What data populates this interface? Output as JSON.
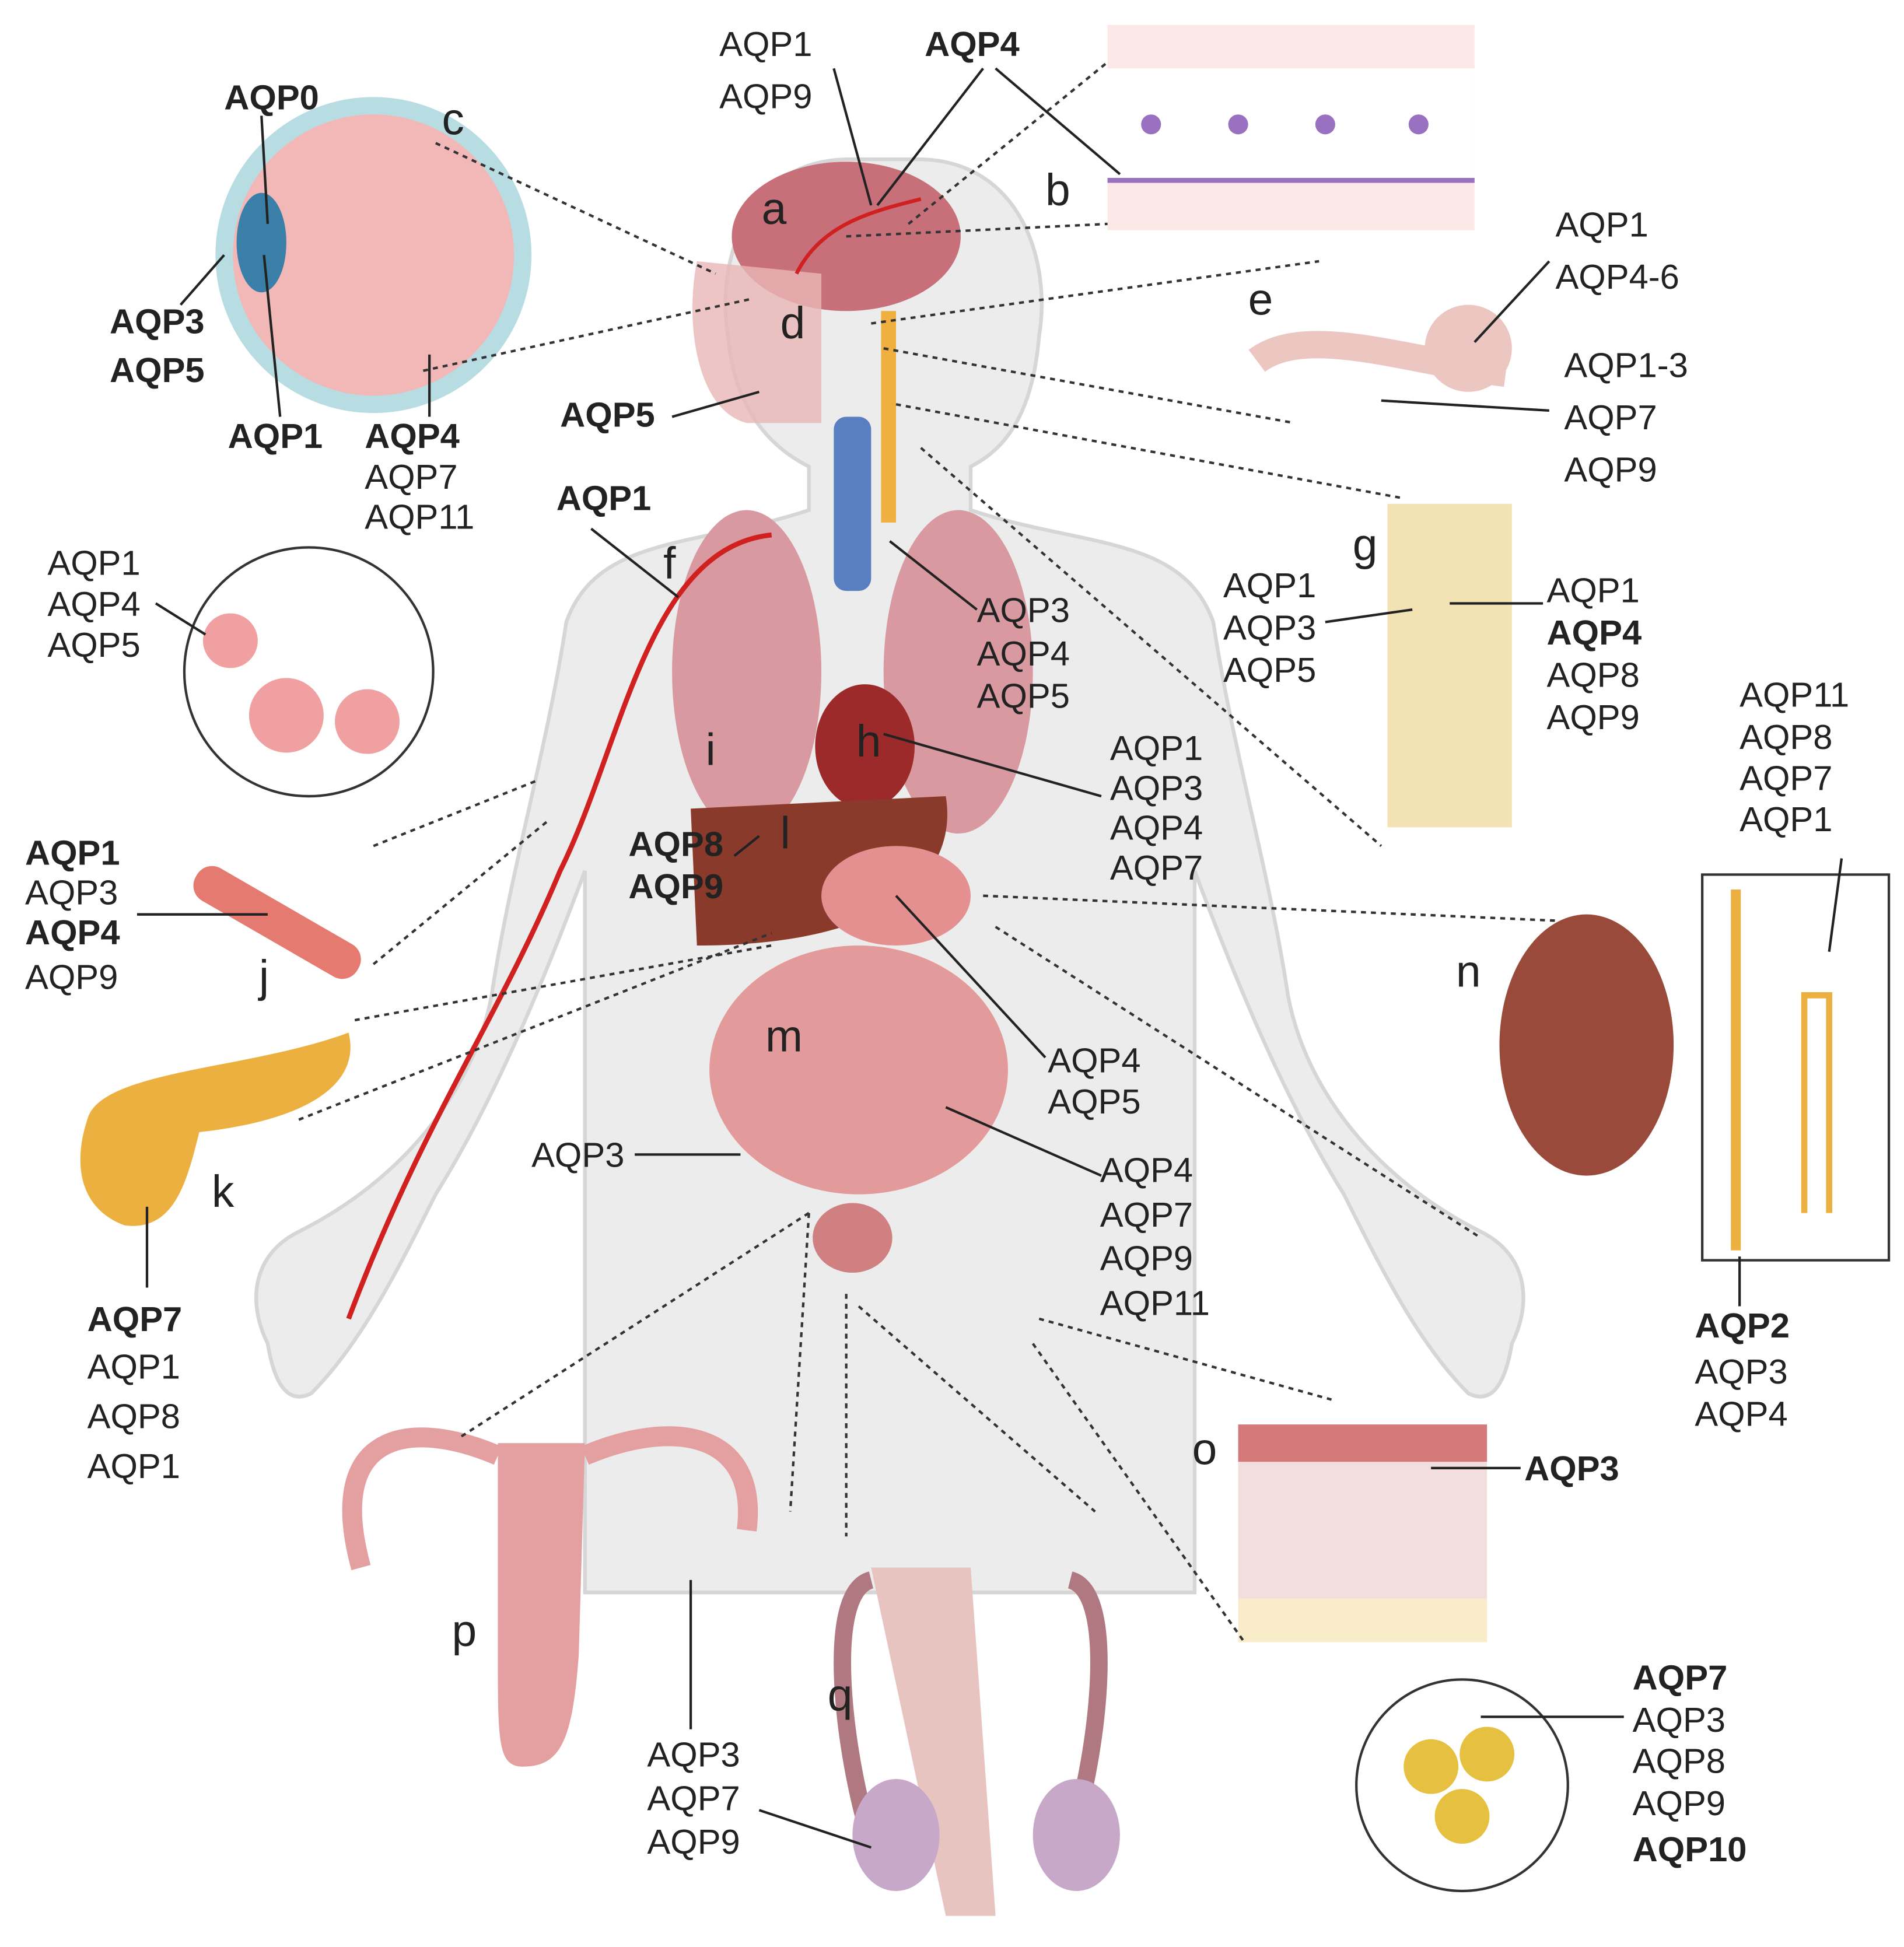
{
  "letters": {
    "a": "a",
    "b": "b",
    "c": "c",
    "d": "d",
    "e": "e",
    "f": "f",
    "g": "g",
    "h": "h",
    "i": "i",
    "j": "j",
    "k": "k",
    "l": "l",
    "m": "m",
    "n": "n",
    "o": "o",
    "p": "p",
    "q": "q"
  },
  "eye": {
    "lens": "AQP0",
    "cornea": [
      "AQP3",
      "AQP5"
    ],
    "ciliary": "AQP1",
    "retina": [
      "AQP4",
      "AQP7",
      "AQP11"
    ]
  },
  "brain": {
    "vessels": [
      "AQP1",
      "AQP9"
    ],
    "astrocytes": "AQP4"
  },
  "ear": {
    "cochlea": [
      "AQP1",
      "AQP4-6"
    ],
    "vestibule": [
      "AQP1-3",
      "AQP7",
      "AQP9"
    ]
  },
  "salivary": "AQP5",
  "artery": "AQP1",
  "alveoli": [
    "AQP1",
    "AQP4",
    "AQP5"
  ],
  "airway": [
    "AQP3",
    "AQP4",
    "AQP5"
  ],
  "spine": {
    "left": [
      "AQP1",
      "AQP3",
      "AQP5"
    ],
    "right": [
      "AQP1",
      "AQP4",
      "AQP8",
      "AQP9"
    ]
  },
  "heart": [
    "AQP1",
    "AQP3",
    "AQP4",
    "AQP7"
  ],
  "liver": [
    "AQP8",
    "AQP9"
  ],
  "muscle": [
    "AQP1",
    "AQP3",
    "AQP4",
    "AQP9"
  ],
  "stomach": [
    "AQP4",
    "AQP5"
  ],
  "colon": "AQP3",
  "intestine": [
    "AQP4",
    "AQP7",
    "AQP9",
    "AQP11"
  ],
  "pancreas": [
    "AQP7",
    "AQP1",
    "AQP8",
    "AQP1"
  ],
  "kidney": {
    "glomerulus": [
      "AQP11",
      "AQP8",
      "AQP7",
      "AQP1"
    ],
    "collecting_duct": [
      "AQP2",
      "AQP3",
      "AQP4"
    ]
  },
  "skin": "AQP3",
  "adipose": [
    "AQP7",
    "AQP3",
    "AQP8",
    "AQP9",
    "AQP10"
  ],
  "ovary": [
    "AQP3",
    "AQP7",
    "AQP9"
  ]
}
